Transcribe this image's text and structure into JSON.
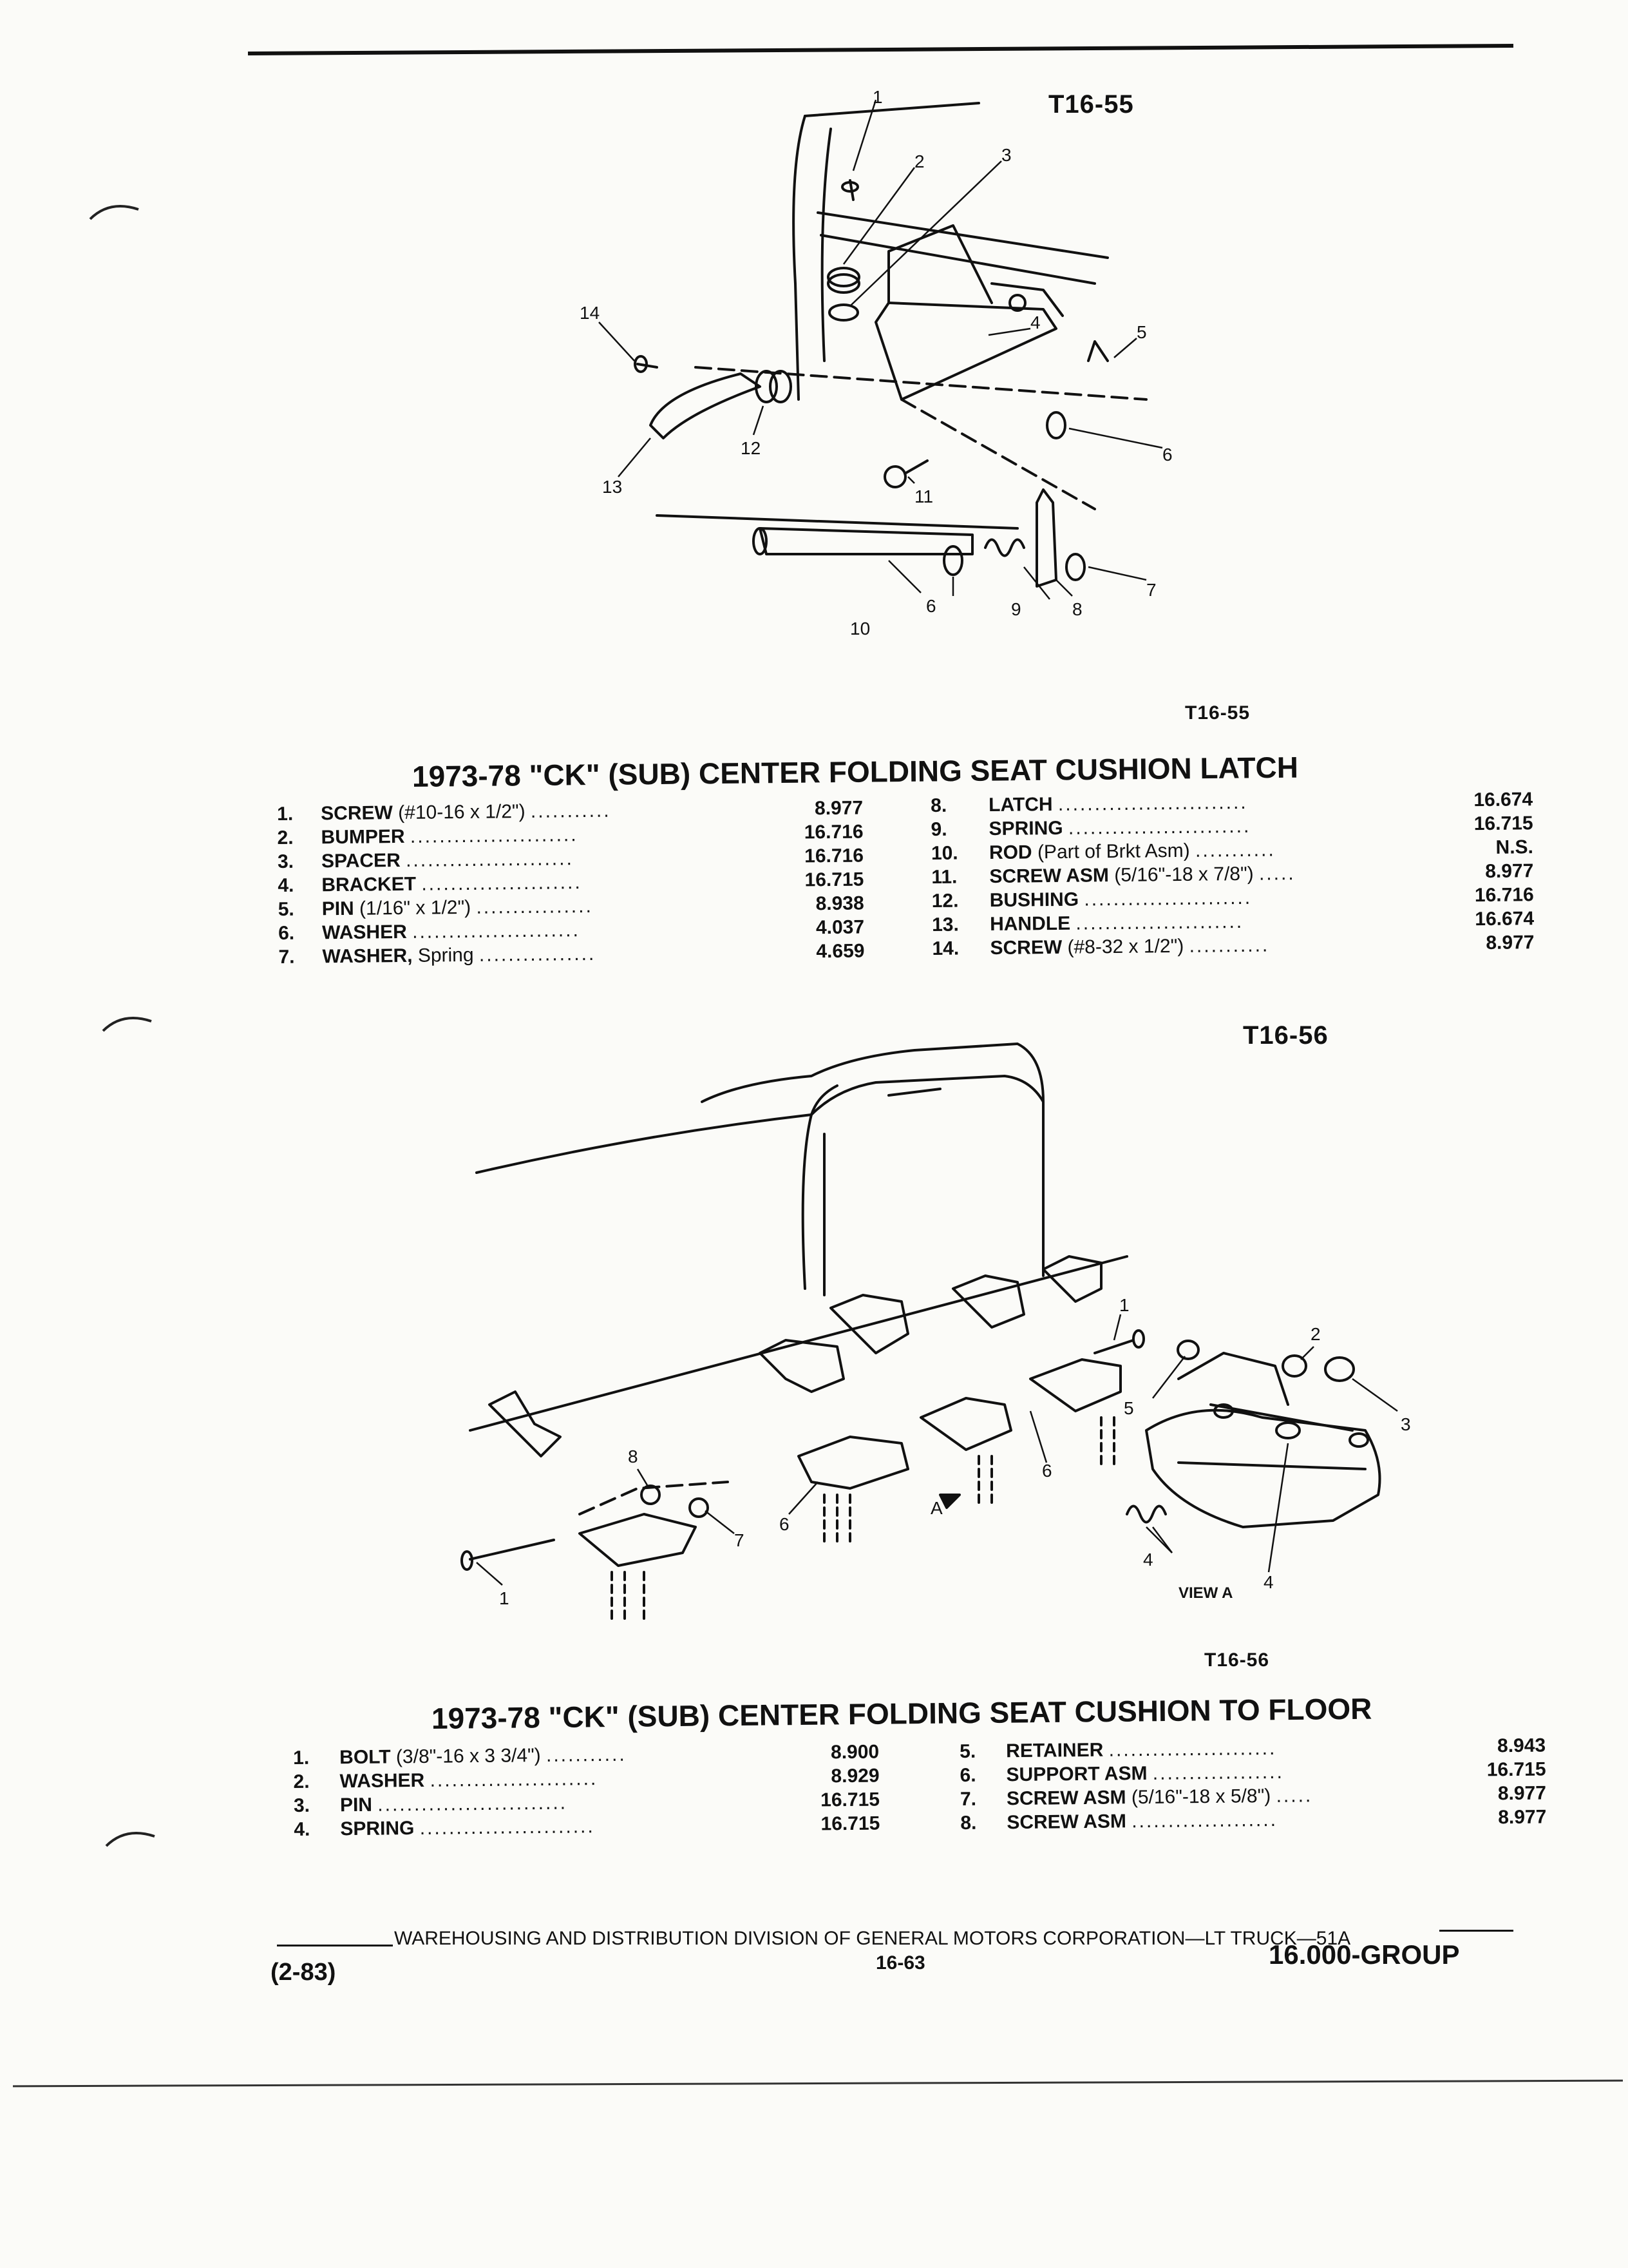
{
  "figures": {
    "top": {
      "tag_upper": "T16-55",
      "tag_lower": "T16-55",
      "callouts": [
        "1",
        "2",
        "3",
        "4",
        "5",
        "6",
        "6",
        "7",
        "8",
        "9",
        "10",
        "11",
        "12",
        "13",
        "14"
      ]
    },
    "bottom": {
      "tag_upper": "T16-56",
      "tag_lower": "T16-56",
      "view_label": "VIEW A",
      "arrow_label": "A",
      "callouts": [
        "1",
        "1",
        "2",
        "3",
        "4",
        "4",
        "5",
        "6",
        "6",
        "7",
        "8"
      ]
    }
  },
  "section1": {
    "title": "1973-78 \"CK\" (SUB) CENTER FOLDING SEAT CUSHION LATCH",
    "left": [
      {
        "num": "1.",
        "name": "SCREW",
        "note": " (#10-16 x 1/2\")",
        "dots": "...........",
        "value": "8.977"
      },
      {
        "num": "2.",
        "name": "BUMPER",
        "note": "",
        "dots": ".......................",
        "value": "16.716"
      },
      {
        "num": "3.",
        "name": "SPACER",
        "note": "",
        "dots": ".......................",
        "value": "16.716"
      },
      {
        "num": "4.",
        "name": "BRACKET",
        "note": "",
        "dots": "......................",
        "value": "16.715"
      },
      {
        "num": "5.",
        "name": "PIN",
        "note": " (1/16\" x 1/2\")",
        "dots": "................",
        "value": "8.938"
      },
      {
        "num": "6.",
        "name": "WASHER",
        "note": "",
        "dots": ".......................",
        "value": "4.037"
      },
      {
        "num": "7.",
        "name": "WASHER,",
        "note": " Spring",
        "dots": "................",
        "value": "4.659"
      }
    ],
    "right": [
      {
        "num": "8.",
        "name": "LATCH",
        "note": "",
        "dots": "..........................",
        "value": "16.674"
      },
      {
        "num": "9.",
        "name": "SPRING",
        "note": "",
        "dots": ".........................",
        "value": "16.715"
      },
      {
        "num": "10.",
        "name": "ROD",
        "note": " (Part of Brkt Asm)",
        "dots": "...........",
        "value": "N.S."
      },
      {
        "num": "11.",
        "name": "SCREW ASM",
        "note": " (5/16\"-18 x 7/8\")",
        "dots": ".....",
        "value": "8.977"
      },
      {
        "num": "12.",
        "name": "BUSHING",
        "note": "",
        "dots": ".......................",
        "value": "16.716"
      },
      {
        "num": "13.",
        "name": "HANDLE",
        "note": "",
        "dots": ".......................",
        "value": "16.674"
      },
      {
        "num": "14.",
        "name": "SCREW",
        "note": " (#8-32 x 1/2\")",
        "dots": "...........",
        "value": "8.977"
      }
    ]
  },
  "section2": {
    "title": "1973-78 \"CK\" (SUB) CENTER FOLDING SEAT CUSHION TO FLOOR",
    "left": [
      {
        "num": "1.",
        "name": "BOLT",
        "note": " (3/8\"-16 x 3 3/4\")",
        "dots": "...........",
        "value": "8.900"
      },
      {
        "num": "2.",
        "name": "WASHER",
        "note": "",
        "dots": ".......................",
        "value": "8.929"
      },
      {
        "num": "3.",
        "name": "PIN",
        "note": "",
        "dots": "..........................",
        "value": "16.715"
      },
      {
        "num": "4.",
        "name": "SPRING",
        "note": "",
        "dots": "........................",
        "value": "16.715"
      }
    ],
    "right": [
      {
        "num": "5.",
        "name": "RETAINER",
        "note": "",
        "dots": ".......................",
        "value": "8.943"
      },
      {
        "num": "6.",
        "name": "SUPPORT ASM",
        "note": "",
        "dots": "..................",
        "value": "16.715"
      },
      {
        "num": "7.",
        "name": "SCREW ASM",
        "note": " (5/16\"-18 x 5/8\")",
        "dots": ".....",
        "value": "8.977"
      },
      {
        "num": "8.",
        "name": "SCREW ASM",
        "note": "",
        "dots": "....................",
        "value": "8.977"
      }
    ]
  },
  "footer": {
    "line": "WAREHOUSING AND DISTRIBUTION  DIVISION OF GENERAL MOTORS CORPORATION—LT TRUCK—51A",
    "date": "(2-83)",
    "page": "16-63",
    "group": "16.000-GROUP"
  }
}
